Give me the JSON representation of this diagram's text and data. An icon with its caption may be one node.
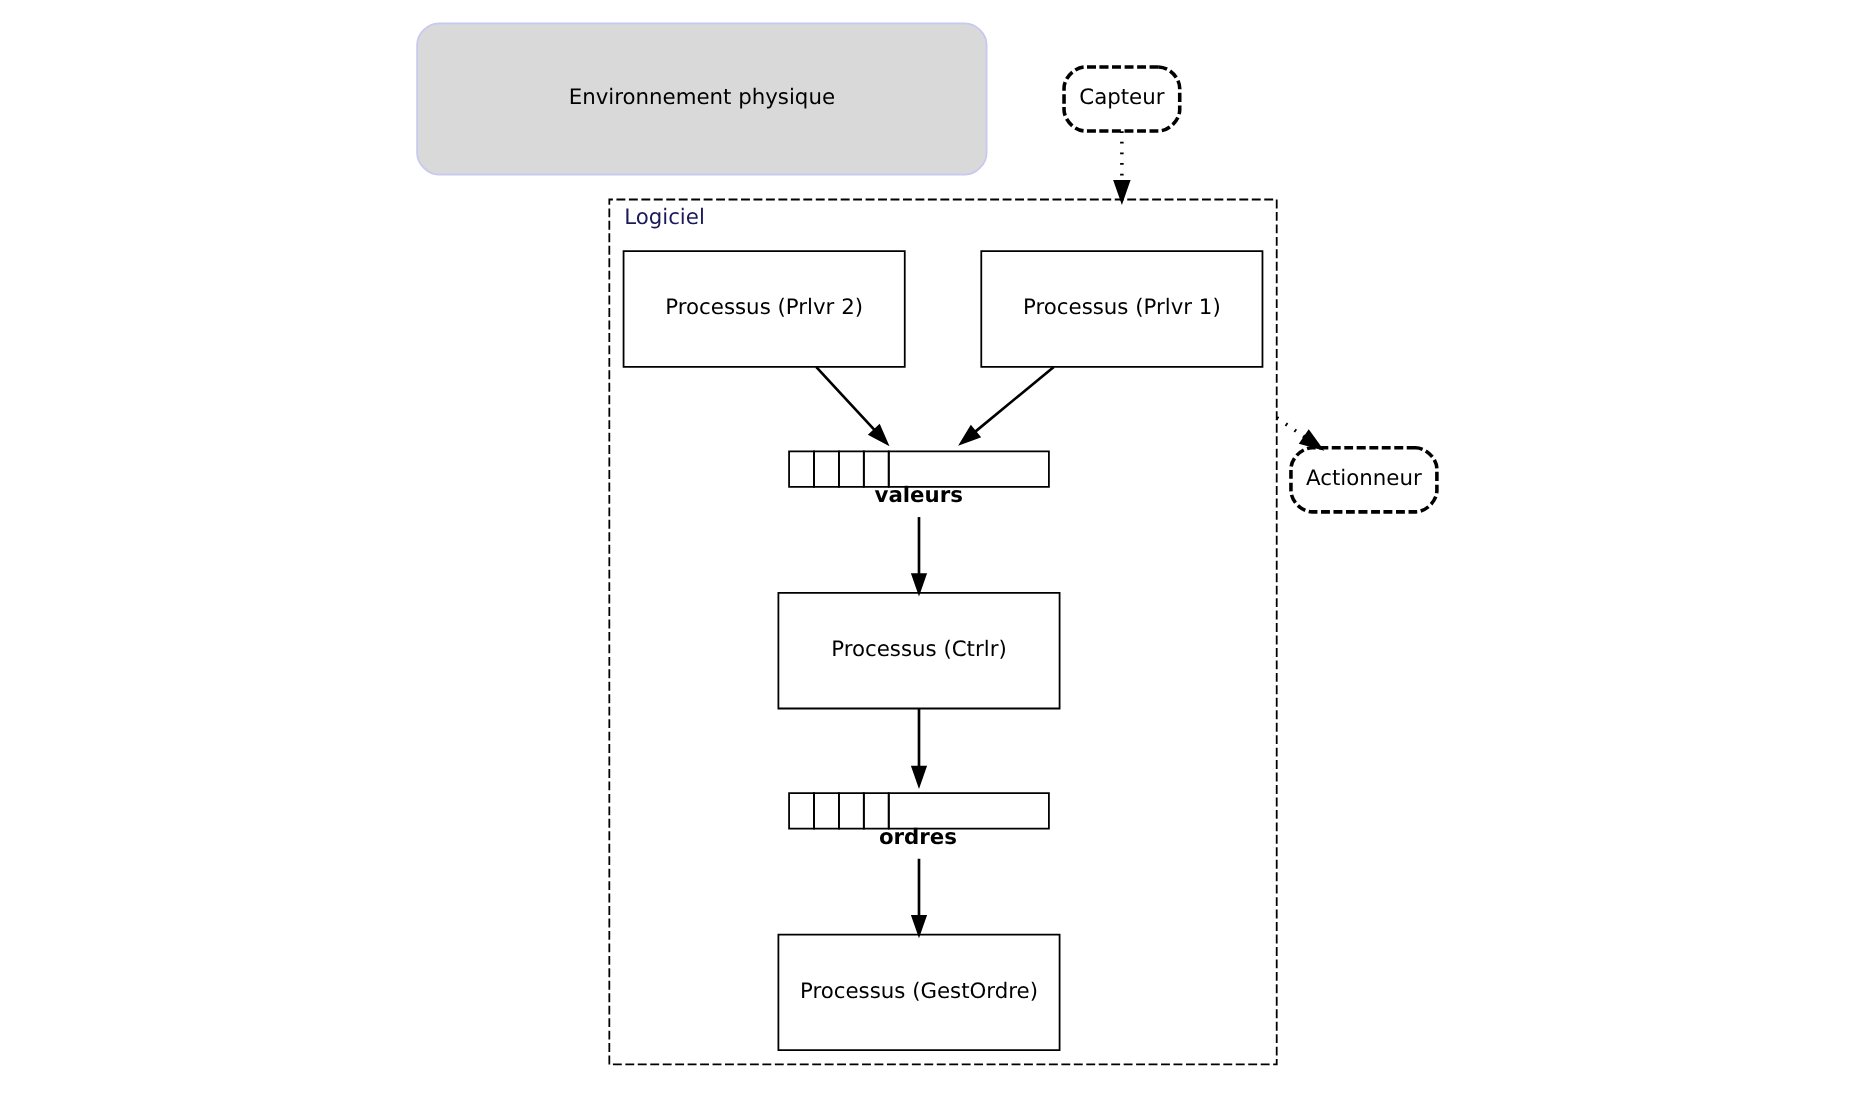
{
  "diagram": {
    "nodes": [
      {
        "text": [
          "Environnement physique"
        ]
      },
      {
        "text": [
          "Capteur"
        ]
      },
      {
        "text": [
          "Actionneur"
        ]
      },
      {
        "text": [
          "Logiciel"
        ]
      },
      {
        "text": [
          "Processus (Prlvr 1)"
        ],
        "in": 3
      },
      {
        "text": [
          "Processus (Prlvr 2)"
        ],
        "in": 3
      },
      {
        "text": [
          "Processus (GestOrdre)"
        ],
        "in": 3
      },
      {
        "text": [
          "valeurs"
        ],
        "in": 3
      },
      {
        "text": [
          "Processus (Ctrlr)"
        ],
        "in": 3
      },
      {
        "text": [
          "ordres"
        ],
        "in": 3
      }
    ],
    "edges": [
      {
        "from": 1,
        "to": 3,
        "arrow": "to",
        "style": "dashed"
      },
      {
        "from": 3,
        "to": 2,
        "arrow": "to",
        "style": "dashed"
      },
      {
        "from": 4,
        "to": 7,
        "arrow": "to"
      },
      {
        "from": 5,
        "to": 7,
        "arrow": "to"
      },
      {
        "from": 7,
        "to": 8,
        "arrow": "to"
      },
      {
        "from": 8,
        "to": 9,
        "arrow": "to"
      },
      {
        "from": 9,
        "to": 6,
        "arrow": "to"
      }
    ]
  }
}
